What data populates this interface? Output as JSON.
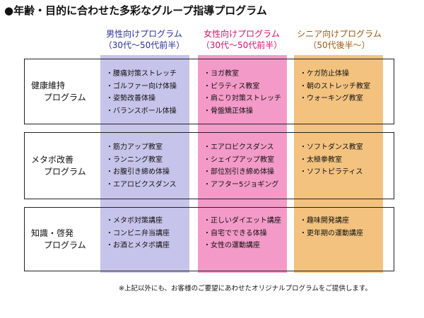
{
  "title": "●年齢・目的に合わせた多彩なグループ指導プログラム",
  "columns": [
    {
      "name": "男性向けプログラム",
      "sub": "（30代～50代前半）",
      "color": "#c6c4ea",
      "text_color": "#2b2f9a"
    },
    {
      "name": "女性向けプログラム",
      "sub": "（30代～50代前半）",
      "color": "#f39ac8",
      "text_color": "#d2136f"
    },
    {
      "name": "シニア向けプログラム",
      "sub": "（50代後半～）",
      "color": "#f3c27f",
      "text_color": "#9a5a12"
    }
  ],
  "rows": [
    {
      "label_line1": "健康維持",
      "label_line2": "プログラム",
      "cells": [
        [
          "腰痛対策ストレッチ",
          "ゴルファー向け体操",
          "姿勢改善体操",
          "バランスボール体操"
        ],
        [
          "ヨガ教室",
          "ピラティス教室",
          "肩こり対策ストレッチ",
          "骨盤矯正体操"
        ],
        [
          "ケガ防止体操",
          "朝のストレッチ教室",
          "ウォーキング教室"
        ]
      ]
    },
    {
      "label_line1": "メタボ改善",
      "label_line2": "プログラム",
      "cells": [
        [
          "筋力アップ教室",
          "ランニング教室",
          "お腹引き締め体操",
          "エアロビクスダンス"
        ],
        [
          "エアロビクスダンス",
          "シェイプアップ教室",
          "部位別引き締め体操",
          "アフター5ジョギング"
        ],
        [
          "ソフトダンス教室",
          "太極拳教室",
          "ソフトピラティス"
        ]
      ]
    },
    {
      "label_line1": "知識・啓発",
      "label_line2": "プログラム",
      "cells": [
        [
          "メタボ対策講座",
          "コンビニ弁当講座",
          "お酒とメタボ講座"
        ],
        [
          "正しいダイエット講座",
          "自宅でできる体操",
          "女性の運動講座"
        ],
        [
          "趣味開発講座",
          "更年期の運動講座"
        ]
      ]
    }
  ],
  "footnote": "※上記以外にも、お客様のご要望にあわせたオリジナルプログラムをご提供します。"
}
